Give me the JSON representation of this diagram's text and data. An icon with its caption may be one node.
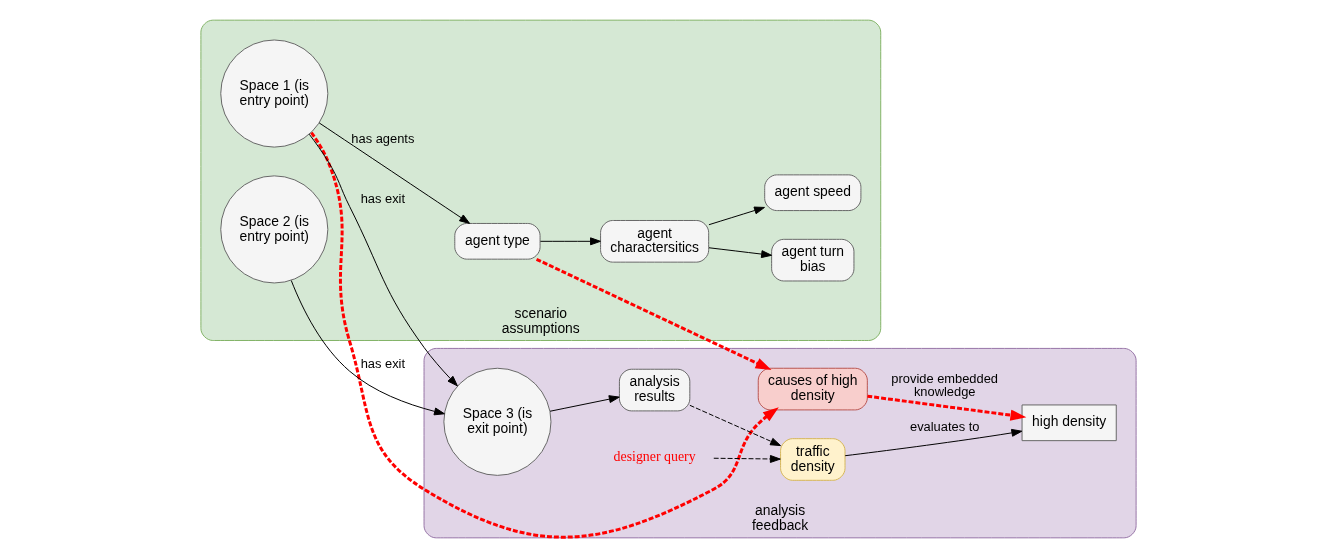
{
  "diagram": {
    "nodes": [
      {
        "text": [
          "scenario assumptions"
        ]
      },
      {
        "text": [
          "agent type"
        ],
        "in": 0
      },
      {
        "text": [
          "agent charactersitics"
        ],
        "in": 0
      },
      {
        "text": [
          "agent turn bias"
        ],
        "in": 0
      },
      {
        "text": [
          "agent speed"
        ],
        "in": 0
      },
      {
        "text": [
          "Space 1 (is entry point)"
        ],
        "in": 0
      },
      {
        "text": [
          "Space 2 (is entry point)"
        ],
        "in": 0
      },
      {
        "text": [
          "analysis feedback"
        ]
      },
      {
        "text": [
          "causes of high density"
        ],
        "in": 7
      },
      {
        "text": [
          "high density"
        ],
        "in": 7
      },
      {
        "text": [
          "analysis results"
        ],
        "in": 7
      },
      {
        "text": [
          "Space 3 (is exit point)"
        ],
        "in": 7
      },
      {
        "text": [
          "traffic density"
        ],
        "in": 7
      },
      {
        "text": [
          "designer query"
        ],
        "in": 7
      }
    ],
    "edges": [
      {
        "from": 5,
        "to": 1,
        "arrow": "to",
        "label": "has agents"
      },
      {
        "from": 1,
        "to": 2,
        "arrow": "to"
      },
      {
        "from": 2,
        "to": 3,
        "arrow": "to"
      },
      {
        "from": 2,
        "to": 4,
        "arrow": "to"
      },
      {
        "from": 5,
        "to": 11,
        "arrow": "to",
        "label": "has exit"
      },
      {
        "from": 6,
        "to": 11,
        "arrow": "to",
        "label": "has exit"
      },
      {
        "from": 11,
        "to": 10,
        "arrow": "to"
      },
      {
        "from": 10,
        "to": 12,
        "arrow": "to",
        "style": "dashed"
      },
      {
        "from": 12,
        "to": 9,
        "arrow": "to",
        "label": "evaluates to"
      },
      {
        "from": 13,
        "to": 12,
        "arrow": "to",
        "style": "dashed"
      },
      {
        "from": 1,
        "to": 8,
        "arrow": "to",
        "style": "dashed",
        "color": "#ff0000"
      },
      {
        "from": 5,
        "to": 8,
        "arrow": "to",
        "style": "dashed",
        "color": "#ff0000"
      },
      {
        "from": 8,
        "to": 9,
        "arrow": "to",
        "style": "dashed",
        "color": "#ff0000",
        "label": "provide embedded knowledge"
      }
    ]
  }
}
